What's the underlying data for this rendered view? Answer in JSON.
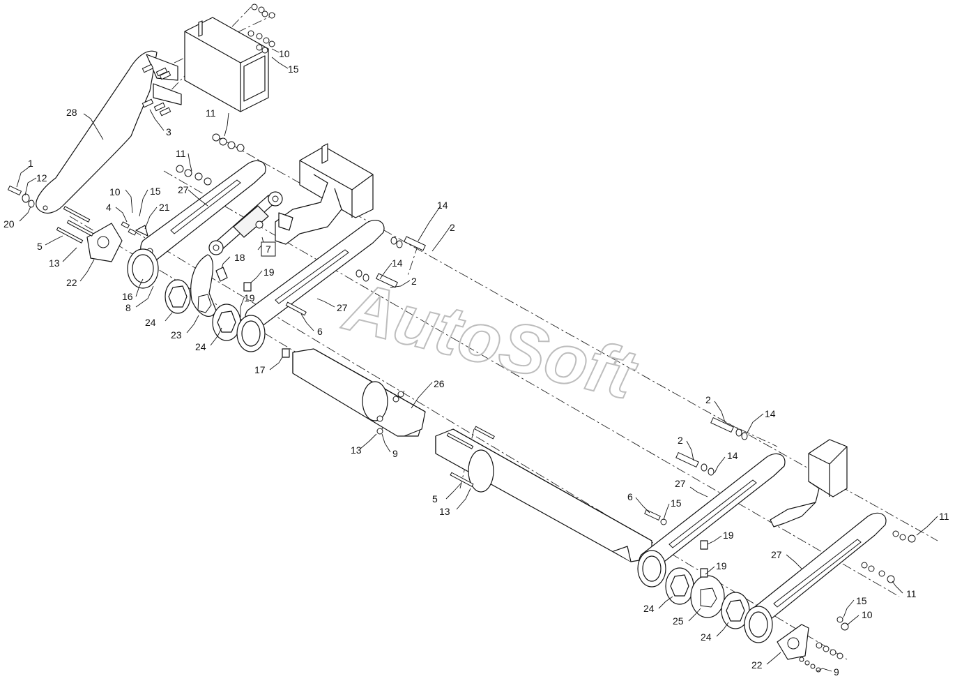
{
  "watermark": "AutoSoft",
  "callouts": {
    "c1": "1",
    "c2a": "2",
    "c2b": "2",
    "c2c": "2",
    "c2d": "2",
    "c3": "3",
    "c4": "4",
    "c5a": "5",
    "c5b": "5",
    "c6a": "6",
    "c6b": "6",
    "c7": "7",
    "c8": "8",
    "c9a": "9",
    "c9b": "9",
    "c10a": "10",
    "c10b": "10",
    "c10c": "10",
    "c11a": "11",
    "c11b": "11",
    "c11c": "11",
    "c11d": "11",
    "c12": "12",
    "c13a": "13",
    "c13b": "13",
    "c13c": "13",
    "c14a": "14",
    "c14b": "14",
    "c14c": "14",
    "c14d": "14",
    "c15a": "15",
    "c15b": "15",
    "c15c": "15",
    "c15d": "15",
    "c16": "16",
    "c17": "17",
    "c18": "18",
    "c19a": "19",
    "c19b": "19",
    "c19c": "19",
    "c19d": "19",
    "c20": "20",
    "c21": "21",
    "c22a": "22",
    "c22b": "22",
    "c23": "23",
    "c24a": "24",
    "c24b": "24",
    "c24c": "24",
    "c24d": "24",
    "c25": "25",
    "c26": "26",
    "c27a": "27",
    "c27b": "27",
    "c27c": "27",
    "c27d": "27",
    "c28": "28"
  }
}
